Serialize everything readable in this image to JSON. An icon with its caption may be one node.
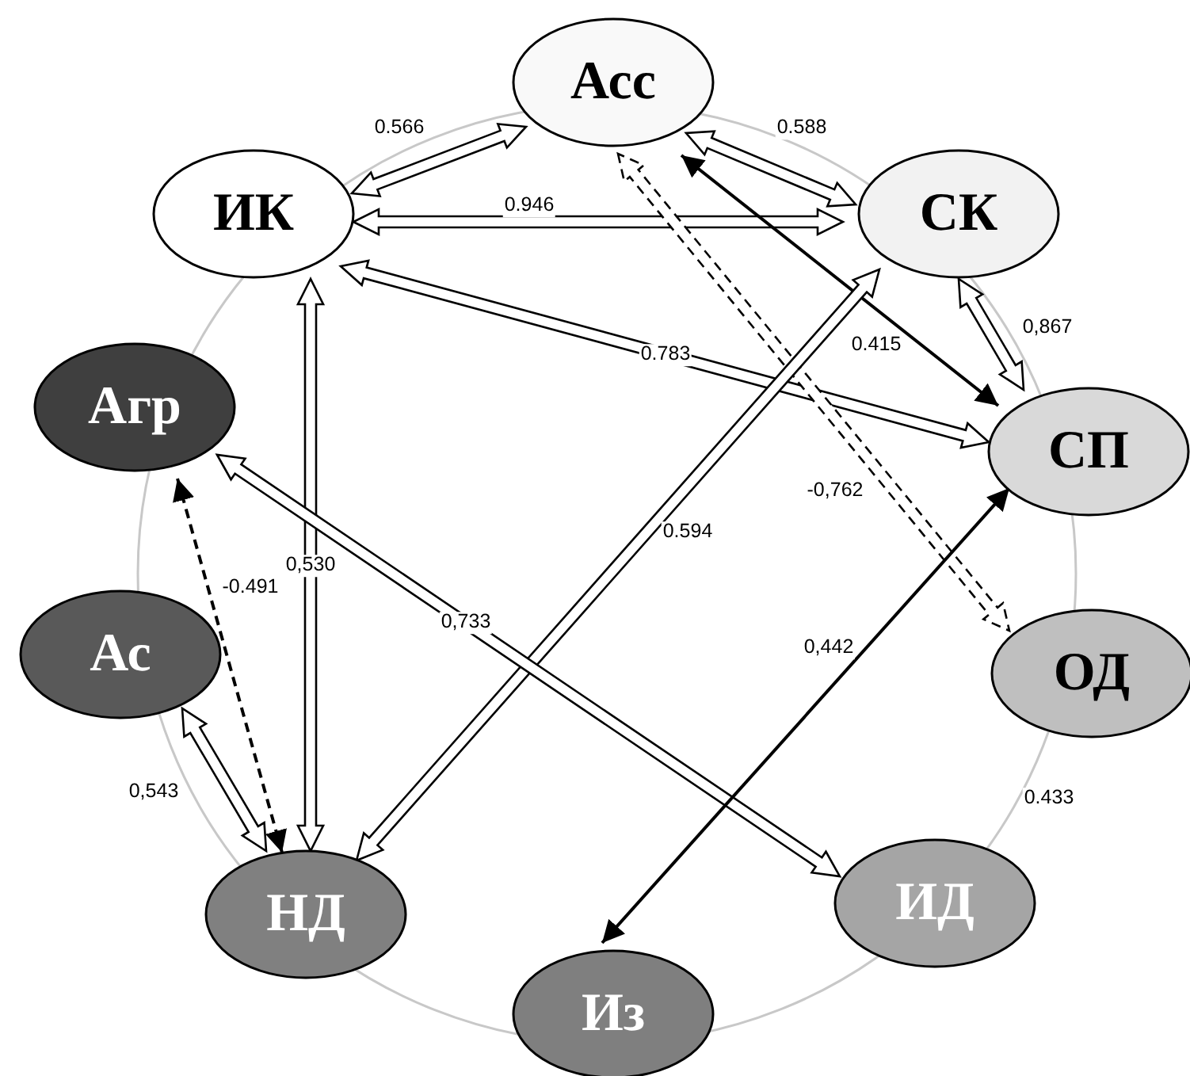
{
  "diagram": {
    "nodes": [
      {
        "text": [
          "Асс"
        ]
      },
      {
        "text": [
          "ИК"
        ]
      },
      {
        "text": [
          "СК"
        ]
      },
      {
        "text": [
          "Агр"
        ]
      },
      {
        "text": [
          "СП"
        ]
      },
      {
        "text": [
          "Ас"
        ]
      },
      {
        "text": [
          "ОД"
        ]
      },
      {
        "text": [
          "НД"
        ]
      },
      {
        "text": [
          "ИД"
        ]
      },
      {
        "text": [
          "Из"
        ]
      }
    ],
    "edges": [
      {
        "from": 1,
        "to": 0,
        "arrow": "both",
        "label": "0.566",
        "style": "thick"
      },
      {
        "from": 0,
        "to": 2,
        "arrow": "both",
        "label": "0.588",
        "style": "thick"
      },
      {
        "from": 1,
        "to": 2,
        "arrow": "both",
        "label": "0.946",
        "style": "thick"
      },
      {
        "from": 1,
        "to": 4,
        "arrow": "both",
        "label": "0.783",
        "style": "thick"
      },
      {
        "from": 2,
        "to": 4,
        "arrow": "both",
        "label": "0,867",
        "style": "thick"
      },
      {
        "from": 0,
        "to": 4,
        "arrow": "both",
        "label": "0.415"
      },
      {
        "from": 0,
        "to": 6,
        "arrow": "both",
        "label": "-0,762",
        "style": "dashed"
      },
      {
        "from": 1,
        "to": 7,
        "arrow": "both",
        "label": "0,530",
        "style": "thick"
      },
      {
        "from": 2,
        "to": 7,
        "arrow": "both",
        "label": "0.594",
        "style": "thick"
      },
      {
        "from": 3,
        "to": 8,
        "arrow": "both",
        "label": "0,733",
        "style": "thick"
      },
      {
        "from": 3,
        "to": 7,
        "arrow": "both",
        "label": "-0.491",
        "style": "dashed"
      },
      {
        "from": 5,
        "to": 7,
        "arrow": "both",
        "label": "0,543",
        "style": "thick"
      },
      {
        "from": 4,
        "to": 9,
        "arrow": "both",
        "label": "0,442"
      }
    ],
    "labels": [
      "0.433"
    ]
  }
}
